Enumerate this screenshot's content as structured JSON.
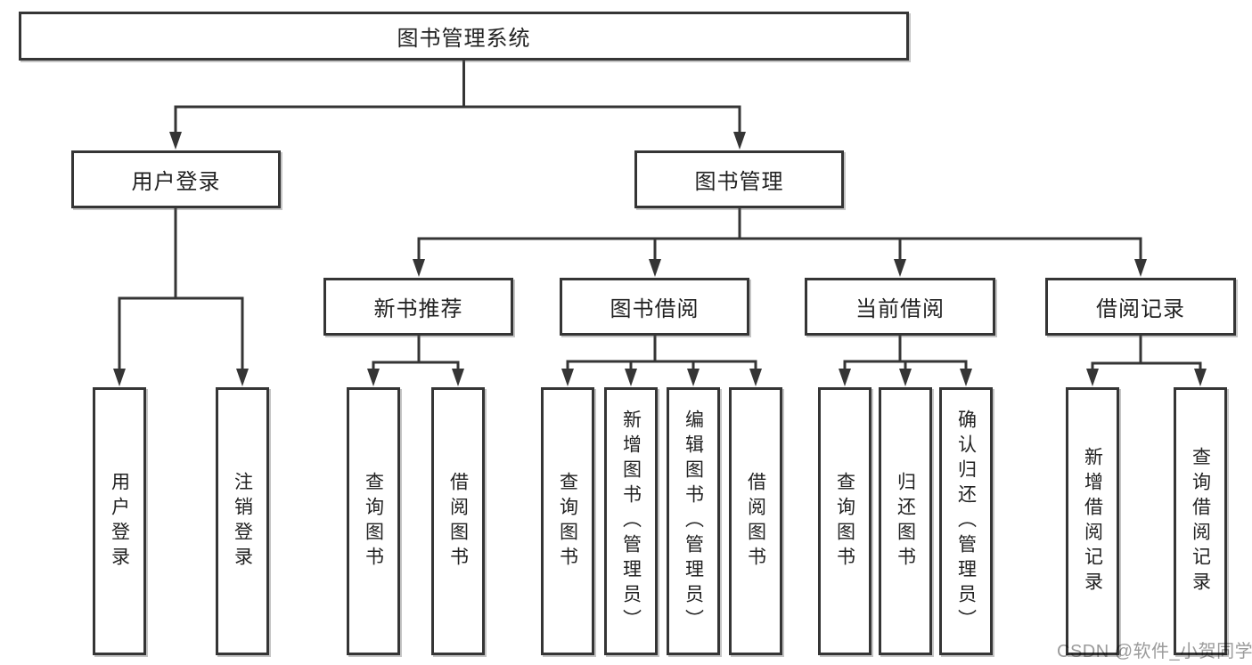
{
  "diagram": {
    "type": "hierarchy-functional-structure",
    "tree": {
      "root": {
        "label": "图书管理系统"
      },
      "branches": [
        {
          "label": "用户登录",
          "children": [
            {
              "label": "用户登录"
            },
            {
              "label": "注销登录"
            }
          ]
        },
        {
          "label": "图书管理",
          "children": [
            {
              "label": "新书推荐",
              "children": [
                {
                  "label": "查询图书"
                },
                {
                  "label": "借阅图书"
                }
              ]
            },
            {
              "label": "图书借阅",
              "children": [
                {
                  "label": "查询图书"
                },
                {
                  "label": "新增图书（管理员）"
                },
                {
                  "label": "编辑图书（管理员）"
                },
                {
                  "label": "借阅图书"
                }
              ]
            },
            {
              "label": "当前借阅",
              "children": [
                {
                  "label": "查询图书"
                },
                {
                  "label": "归还图书"
                },
                {
                  "label": "确认归还（管理员）"
                }
              ]
            },
            {
              "label": "借阅记录",
              "children": [
                {
                  "label": "新增借阅记录"
                },
                {
                  "label": "查询借阅记录"
                }
              ]
            }
          ]
        }
      ]
    },
    "colors": {
      "line": "#353535",
      "box_border": "#353535",
      "box_fill": "#ffffff",
      "text": "#222222",
      "watermark_text": "#9b9b9b",
      "background": "#ffffff"
    }
  },
  "watermark": "CSDN @软件_小贺同学"
}
